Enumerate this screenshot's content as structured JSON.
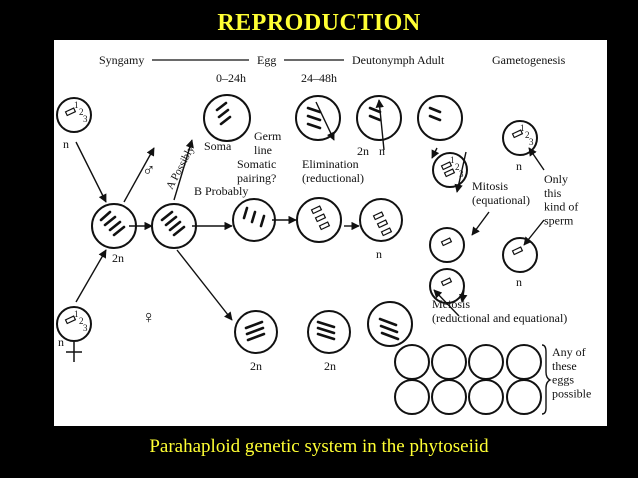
{
  "slide": {
    "title": "REPRODUCTION",
    "caption": "Parahaploid genetic system in the phytoseiid",
    "colors": {
      "title": "#ffff33",
      "background": "#000000",
      "panel": "#ffffff",
      "ink": "#111111"
    }
  },
  "diagram": {
    "stages": [
      "Syngamy",
      "Egg",
      "Deutonymph Adult",
      "Gametogenesis"
    ],
    "times": [
      "0–24h",
      "24–48h"
    ],
    "labels": {
      "soma": "Soma",
      "germ_line": "Germ\nline",
      "somatic_pairing": "Somatic\npairing?",
      "a_possibly": "A Possibly",
      "b_probably": "B Probably",
      "elimination": "Elimination\n(reductional)",
      "mitosis": "Mitosis\n(equational)",
      "only_sperm": "Only\nthis\nkind of\nsperm",
      "meiosis": "Meiosis\n(reductional and equational)",
      "any_eggs": "Any of\nthese\neggs\npossible"
    },
    "ploidy": {
      "haploid": "n",
      "diploid": "2n"
    },
    "symbols": {
      "male": "♂",
      "female": "♀"
    },
    "chromosome_numbers": [
      "1",
      "2",
      "3"
    ]
  }
}
